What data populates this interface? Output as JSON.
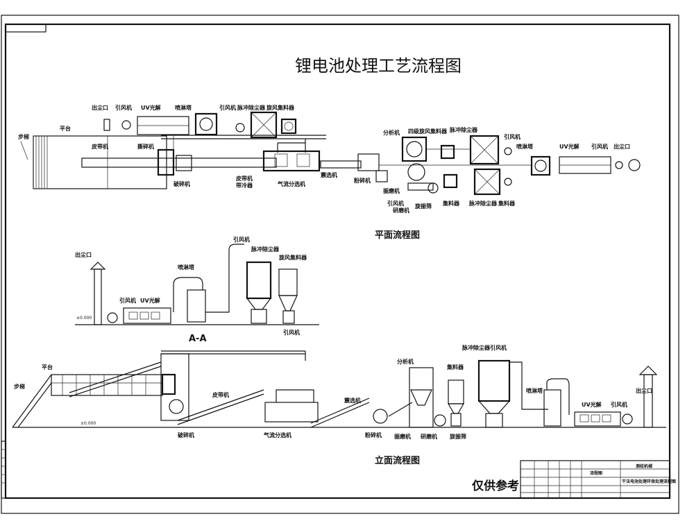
{
  "title": "锂电池处理工艺流程图",
  "sections": {
    "plan": "平面流程图",
    "section_aa": "A-A",
    "elevation": "立面流程图"
  },
  "note": "仅供参考",
  "plan_labels": {
    "step": "步梯",
    "platform": "平台",
    "belt": "皮带机",
    "crusher_top": "撕碎机",
    "crusher": "破碎机",
    "belt2": "皮带机",
    "belt2b": "带冷器",
    "air_sep": "气流分选机",
    "vib_screen": "震选机",
    "crusher2": "粉碎机",
    "exhaust": "出尘口",
    "fan": "引风机",
    "uv": "UV光解",
    "spray": "喷淋塔",
    "fan2": "引风机",
    "pulse": "脉冲除尘器",
    "cyclone": "旋风集料器",
    "analyzer": "分析机",
    "four_cyclone": "四级旋风集料器",
    "pulse2": "脉冲除尘器",
    "fan3": "引风机",
    "spray2": "喷淋塔",
    "uv2": "UV光解",
    "fan4": "引风机",
    "exhaust2": "出尘口",
    "fan5": "引风机",
    "mill": "振磨机",
    "grind": "研磨机",
    "rotary": "旋振筛",
    "collector": "集料器",
    "pulse3": "脉冲除尘器"
  },
  "section_labels": {
    "exhaust": "出尘口",
    "fan": "引风机",
    "uv": "UV光解",
    "spray": "喷淋塔",
    "fan2": "引风机",
    "pulse": "脉冲除尘器",
    "cyclone": "旋风集料器",
    "fan3": "引风机",
    "level": "±0.000"
  },
  "elev_labels": {
    "platform": "平台",
    "step": "步梯",
    "level": "±0.000",
    "crusher": "破碎机",
    "belt": "皮带机",
    "air_sep": "气流分选机",
    "vib": "震选机",
    "crusher2": "粉碎机",
    "analyzer": "分析机",
    "collector": "集料器",
    "pulse": "脉冲除尘器",
    "fan": "引风机",
    "spray": "喷淋塔",
    "uv": "UV光解",
    "fan2": "引风机",
    "exhaust": "出尘口",
    "mill": "振磨机",
    "grind": "研磨机",
    "rotary": "旋振筛"
  },
  "title_block": {
    "drawing_name": "流程图",
    "company": "测绘机械",
    "project": "干法电池处理环保处理流程图"
  }
}
